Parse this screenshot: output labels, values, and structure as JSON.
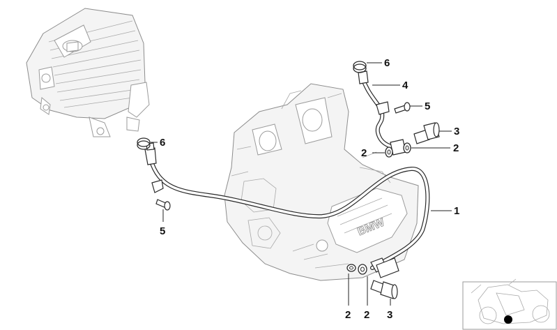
{
  "callouts": [
    {
      "id": "c6a",
      "label": "6"
    },
    {
      "id": "c4",
      "label": "4"
    },
    {
      "id": "c5a",
      "label": "5"
    },
    {
      "id": "c3a",
      "label": "3"
    },
    {
      "id": "c2a",
      "label": "2"
    },
    {
      "id": "c2b",
      "label": "2"
    },
    {
      "id": "c6b",
      "label": "6"
    },
    {
      "id": "c5b",
      "label": "5"
    },
    {
      "id": "c1",
      "label": "1"
    },
    {
      "id": "c2c",
      "label": "2"
    },
    {
      "id": "c2d",
      "label": "2"
    },
    {
      "id": "c3b",
      "label": "3"
    }
  ],
  "colors": {
    "line_art": "#2a2a2a",
    "background_art": "#9a9a9a",
    "locator_marker": "#000000"
  },
  "icons": {
    "locator": "motorcycle-locator-icon"
  }
}
